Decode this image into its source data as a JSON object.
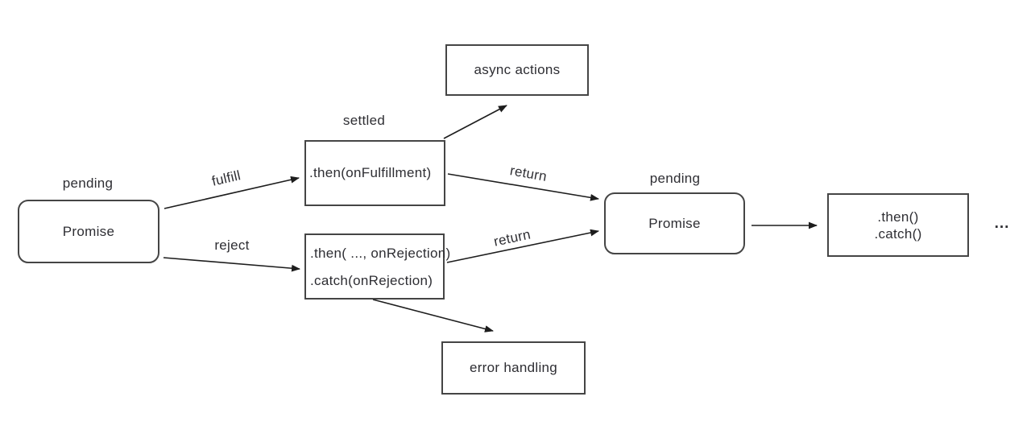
{
  "colors": {
    "background": "#ffffff",
    "box_border": "#454545",
    "arrow": "#1d1d1d",
    "text": "#2e2e33"
  },
  "nodes": {
    "promise1": {
      "state": "pending",
      "label": "Promise"
    },
    "fulfillment_handler": {
      "state": "settled",
      "label": ".then(onFulfillment)"
    },
    "rejection_handler": {
      "line1": ".then( ..., onRejection)",
      "line2": ".catch(onRejection)"
    },
    "async_actions": {
      "label": "async actions"
    },
    "error_handling": {
      "label": "error handling"
    },
    "promise2": {
      "state": "pending",
      "label": "Promise"
    },
    "chained_handlers": {
      "line1": ".then()",
      "line2": ".catch()"
    },
    "continuation": {
      "label": "..."
    }
  },
  "edges": {
    "fulfill": {
      "label": "fulfill"
    },
    "reject": {
      "label": "reject"
    },
    "return_top": {
      "label": "return"
    },
    "return_bottom": {
      "label": "return"
    }
  }
}
